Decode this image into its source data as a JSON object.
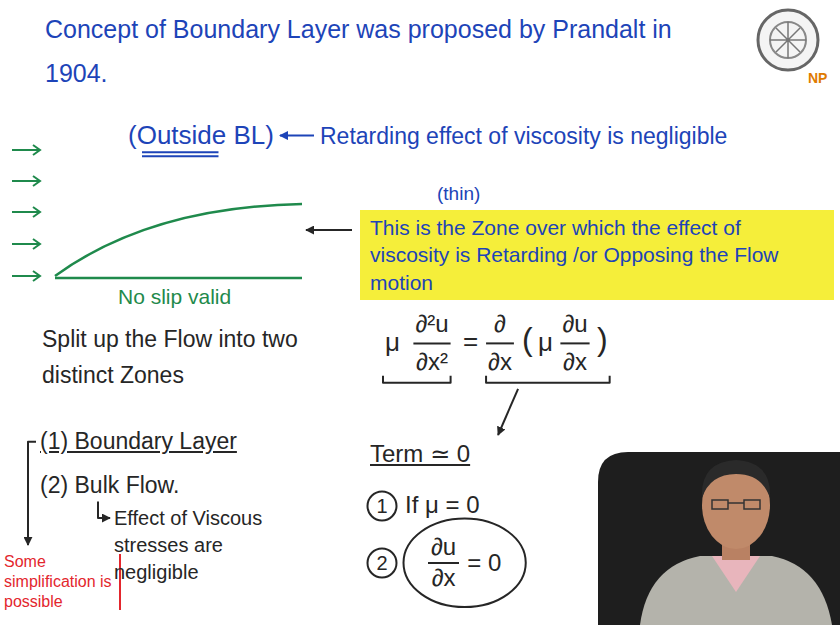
{
  "diagram": {
    "title": "Concept of Boundary Layer was proposed by Prandalt in 1904.",
    "nodes": [
      {
        "text": [
          "This is the Zone over which the effect of viscosity is Retarding /or Opposing the Flow motion"
        ]
      },
      {
        "text": [
          "1"
        ]
      },
      {
        "text": [
          "2"
        ]
      },
      {
        "text": [
          "∂u",
          "∂x",
          "= 0"
        ]
      }
    ],
    "labels": [
      "(Outside BL)",
      "Retarding effect of viscosity is negligible",
      "(thin)",
      "No slip valid",
      "Split up the Flow into two distinct Zones",
      "μ",
      "∂²u",
      "∂x²",
      "=",
      "∂",
      "∂x",
      "(",
      "μ",
      "∂u",
      "∂x",
      ")",
      "Term ≃ 0",
      "If μ = 0",
      "(1) Boundary Layer",
      "(2) Bulk Flow.",
      "Effect of Viscous stresses are negligible",
      "Some simplification is possible",
      "NP"
    ]
  }
}
